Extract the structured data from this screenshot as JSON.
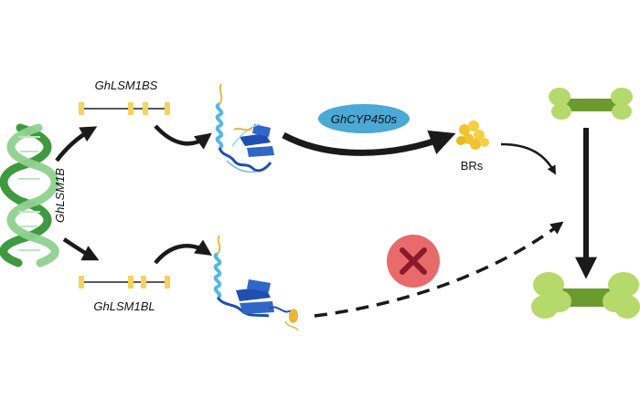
{
  "labels": {
    "gene": "GhLSM1B",
    "variant_short": "GhLSM1BS",
    "variant_long": "GhLSM1BL",
    "enzyme": "GhCYP450s",
    "product": "BRs"
  },
  "icons": {
    "dna": "dna-double-helix-icon",
    "protein_short": "protein-structure-icon",
    "protein_long": "protein-structure-icon",
    "molecule_cluster": "brassinosteroid-cluster-icon",
    "bone_small": "bone-small-icon",
    "bone_large": "bone-large-icon",
    "blocked": "red-x-icon"
  },
  "colors": {
    "dna_green": "#5cb85c",
    "exon_yellow": "#f4d35e",
    "enzyme_blue": "#4aa9d6",
    "protein_blue": "#1f4fb0",
    "molecule_yellow": "#f2c230",
    "bone_green": "#b5d96a",
    "bone_mid": "#6b9b2f",
    "x_red": "#e86a6a"
  }
}
